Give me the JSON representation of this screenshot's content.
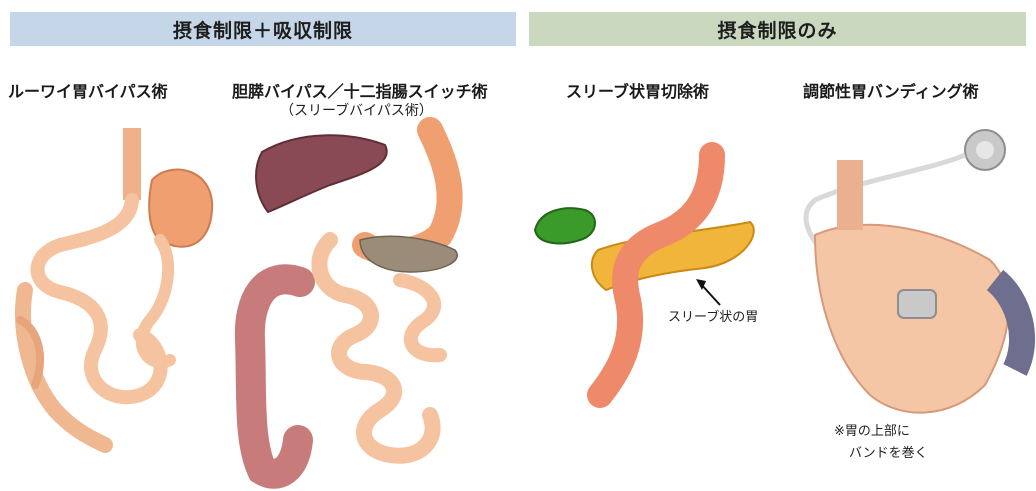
{
  "headers": {
    "left": "摂食制限＋吸収制限",
    "right": "摂食制限のみ"
  },
  "procedures": [
    {
      "title": "ルーワイ胃バイパス術",
      "subtitle": ""
    },
    {
      "title": "胆膵バイパス／十二指腸スイッチ術",
      "subtitle": "（スリーブバイパス術）"
    },
    {
      "title": "スリーブ状胃切除術",
      "subtitle": ""
    },
    {
      "title": "調節性胃バンディング術",
      "subtitle": ""
    }
  ],
  "annotations": {
    "sleeve_stomach": "スリーブ状の胃",
    "band_note_line1": "※胃の上部に",
    "band_note_line2": "バンドを巻く"
  },
  "colors": {
    "header_left_bg": "#c4d6e8",
    "header_right_bg": "#cad8bf",
    "intestine": "#f5c3a0",
    "stomach": "#f0a070",
    "liver": "#8a4a55",
    "colon": "#c77b7b",
    "gallbladder": "#3a9a2a",
    "pancreas": "#f0b53a",
    "sleeve": "#ee8a6a",
    "band_device": "#c9c9c9"
  }
}
